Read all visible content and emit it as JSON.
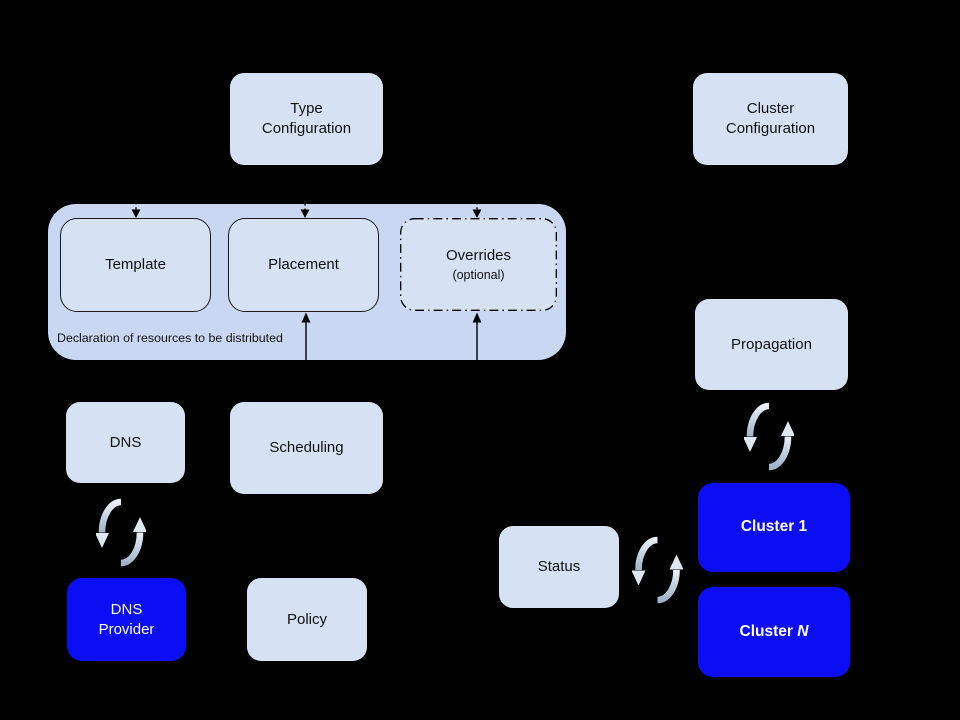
{
  "diagram": {
    "colors": {
      "background": "#000000",
      "light_box_fill": "#d6e2f3",
      "group_fill": "#c9d7f3",
      "blue_box_fill": "#0b0df5",
      "box_text": "#111111",
      "blue_box_text": "#ffffff",
      "connector": "#000000",
      "sync_arrow_light": "#e9f0f8",
      "sync_arrow_dark": "#9fb3c9",
      "sync_arrow_head": "#dde8f2"
    },
    "nodes": {
      "type_configuration": {
        "label": "Type Configuration"
      },
      "cluster_configuration": {
        "label": "Cluster Configuration"
      },
      "template": {
        "label": "Template"
      },
      "placement": {
        "label": "Placement"
      },
      "overrides": {
        "label": "Overrides",
        "sublabel": "(optional)"
      },
      "declaration_group": {
        "caption": "Declaration of resources to be distributed"
      },
      "dns": {
        "label": "DNS"
      },
      "scheduling": {
        "label": "Scheduling"
      },
      "propagation": {
        "label": "Propagation"
      },
      "dns_provider": {
        "label": "DNS Provider"
      },
      "policy": {
        "label": "Policy"
      },
      "status": {
        "label": "Status"
      },
      "cluster_1": {
        "label": "Cluster 1"
      },
      "cluster_n": {
        "prefix": "Cluster ",
        "suffix": "N"
      }
    },
    "icons": {
      "sync": "bidirectional-sync-arrows",
      "arrow_dashed": "dashed-down-arrow",
      "arrow_solid": "solid-up-arrow"
    }
  }
}
